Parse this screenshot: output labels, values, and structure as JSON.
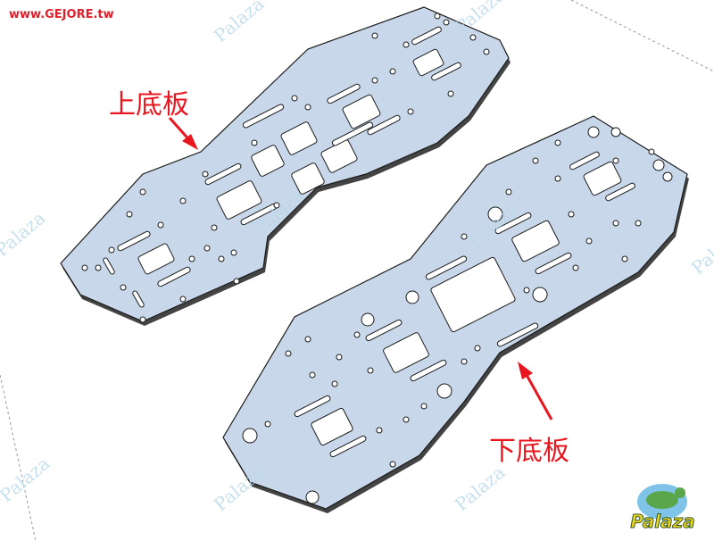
{
  "site_url": "www.GEJORE.tw",
  "labels": {
    "upper_plate": "上底板",
    "lower_plate": "下底板"
  },
  "watermark": "Palaza",
  "logo_text": "Palaza",
  "colors": {
    "plate": "#c8d8ea",
    "label": "#e8161e",
    "outline": "#1a1a1a"
  }
}
